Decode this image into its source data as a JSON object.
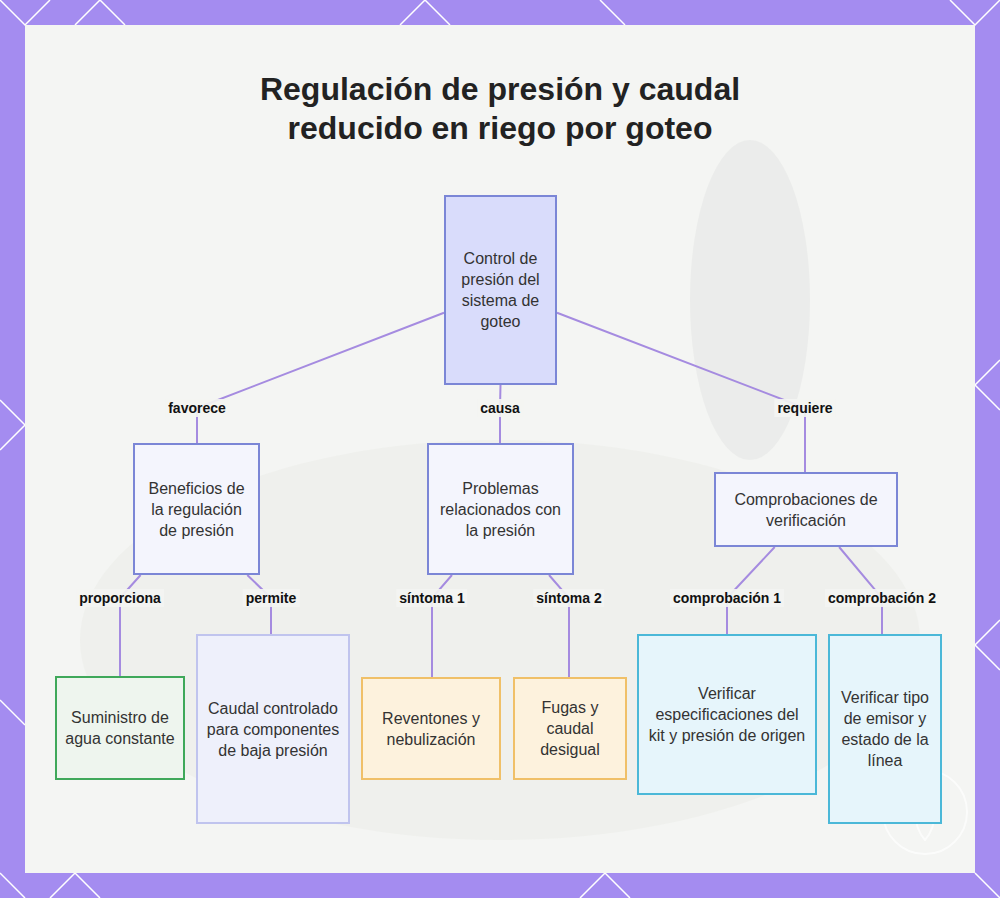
{
  "diagram": {
    "title": "Regulación de presión y caudal reducido en riego por goteo",
    "nodes": [
      {
        "text": [
          "Control de presión del sistema de goteo"
        ]
      },
      {
        "text": [
          "Beneficios de la regulación de presión"
        ]
      },
      {
        "text": [
          "Problemas relacionados con la presión"
        ]
      },
      {
        "text": [
          "Comprobaciones de verificación"
        ]
      },
      {
        "text": [
          "Suministro de agua constante"
        ]
      },
      {
        "text": [
          "Caudal controlado para componentes de baja presión"
        ]
      },
      {
        "text": [
          "Reventones y nebulización"
        ]
      },
      {
        "text": [
          "Fugas y caudal desigual"
        ]
      },
      {
        "text": [
          "Verificar especificaciones del kit y presión de origen"
        ]
      },
      {
        "text": [
          "Verificar tipo de emisor y estado de la línea"
        ]
      }
    ],
    "edges": [
      {
        "from": 0,
        "to": 1,
        "label": "favorece",
        "arrow": "none"
      },
      {
        "from": 0,
        "to": 2,
        "label": "causa",
        "arrow": "none"
      },
      {
        "from": 0,
        "to": 3,
        "label": "requiere",
        "arrow": "none"
      },
      {
        "from": 1,
        "to": 4,
        "label": "proporciona",
        "arrow": "none"
      },
      {
        "from": 1,
        "to": 5,
        "label": "permite",
        "arrow": "none"
      },
      {
        "from": 2,
        "to": 6,
        "label": "síntoma 1",
        "arrow": "none"
      },
      {
        "from": 2,
        "to": 7,
        "label": "síntoma 2",
        "arrow": "none"
      },
      {
        "from": 3,
        "to": 8,
        "label": "comprobación 1",
        "arrow": "none"
      },
      {
        "from": 3,
        "to": 9,
        "label": "comprobación 2",
        "arrow": "none"
      }
    ]
  }
}
